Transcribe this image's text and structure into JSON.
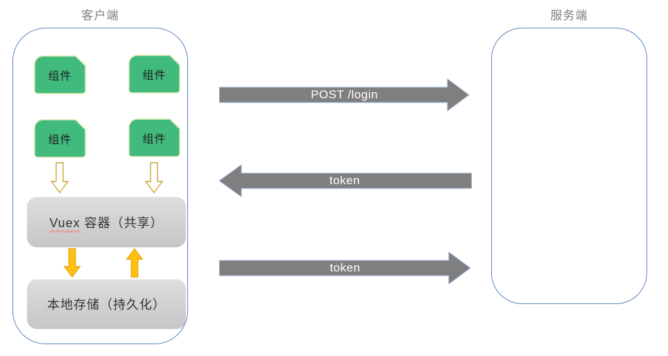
{
  "diagram": {
    "client": {
      "label": "客户端",
      "components": [
        "组件",
        "组件",
        "组件",
        "组件"
      ],
      "vuex": {
        "keyword": "Vuex",
        "rest": " 容器（共享）"
      },
      "storage": "本地存储（持久化）"
    },
    "server": {
      "label": "服务端"
    },
    "messages": {
      "post_login": "POST /login",
      "token_response": "token",
      "token_request": "token"
    },
    "colors": {
      "component_green": "#41ba7e",
      "component_border": "#d8e8ac",
      "message_arrow_gray": "#7f7f7f",
      "message_arrow_border": "#9db3d6",
      "gold_arrow": "#ffc010",
      "gold_arrow_border": "#e0a312",
      "hollow_arrow_border": "#c9a636",
      "container_border_blue": "#5b84bd",
      "state_box_gray": "#d0d0d0",
      "label_gray": "#7f7f7f"
    }
  }
}
